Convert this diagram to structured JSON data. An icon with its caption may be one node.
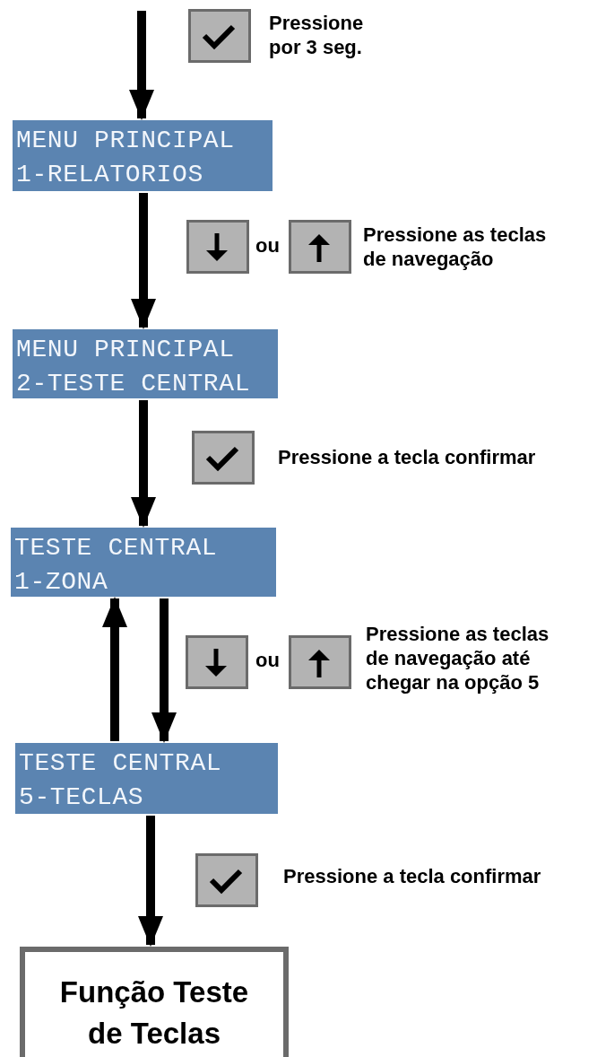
{
  "diagram": {
    "nodes": [
      {
        "text": [
          "MENU PRINCIPAL",
          "1-RELATORIOS"
        ]
      },
      {
        "text": [
          "MENU PRINCIPAL",
          "2-TESTE CENTRAL"
        ]
      },
      {
        "text": [
          "TESTE CENTRAL",
          "1-ZONA"
        ]
      },
      {
        "text": [
          "TESTE CENTRAL",
          "5-TECLAS"
        ]
      },
      {
        "text": [
          "Função Teste de Teclas"
        ]
      }
    ],
    "edges": [
      {
        "from": null,
        "to": 0,
        "arrow": "to"
      },
      {
        "from": 0,
        "to": 1,
        "arrow": "to"
      },
      {
        "from": 1,
        "to": 2,
        "arrow": "to"
      },
      {
        "from": 2,
        "to": 3,
        "arrow": "to"
      },
      {
        "from": 3,
        "to": 2,
        "arrow": "to"
      },
      {
        "from": 3,
        "to": 4,
        "arrow": "to"
      }
    ],
    "labels": [
      "Pressione por 3 seg.",
      "ou",
      "Pressione as teclas de navegação",
      "Pressione a tecla confirmar",
      "ou",
      "Pressione as teclas de navegação até chegar na opção 5",
      "Pressione a tecla confirmar"
    ]
  }
}
